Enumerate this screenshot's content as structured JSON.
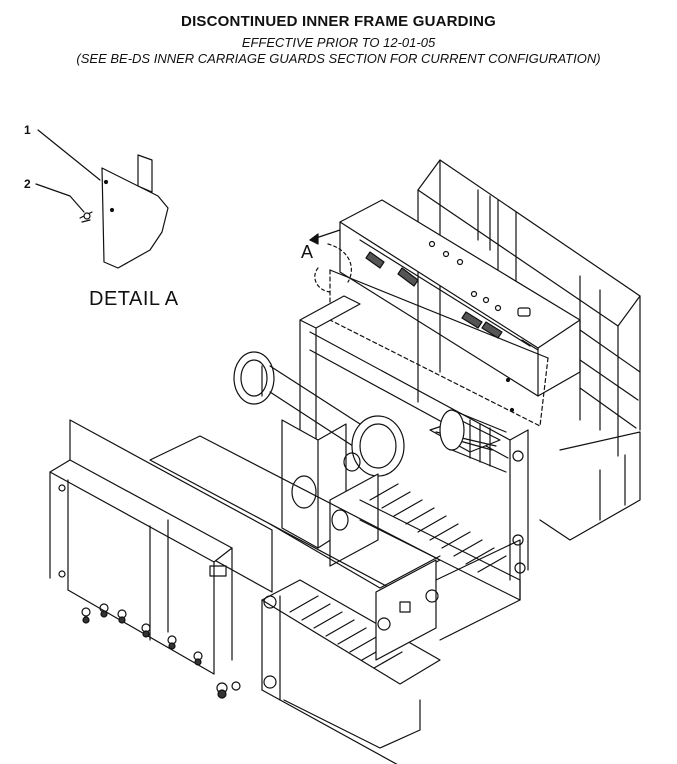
{
  "header": {
    "title": "DISCONTINUED INNER FRAME GUARDING",
    "subtitle_1": "EFFECTIVE PRIOR TO 12-01-05",
    "subtitle_2": "(SEE BE-DS INNER CARRIAGE GUARDS SECTION FOR CURRENT CONFIGURATION)"
  },
  "detail": {
    "label": "DETAIL  A",
    "callouts": [
      "1",
      "2"
    ]
  },
  "view_marker": "A"
}
